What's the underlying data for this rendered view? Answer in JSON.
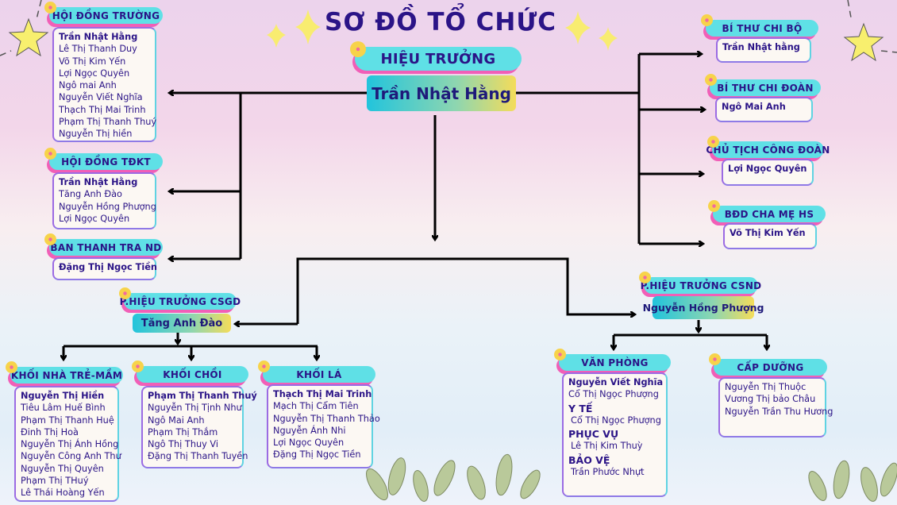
{
  "title": "SƠ ĐỒ TỔ CHỨC",
  "principal": {
    "header": "HIỆU TRƯỞNG",
    "name": "Trần Nhật Hằng"
  },
  "vice_csgd": {
    "header": "P.HIỆU TRƯỞNG CSGD",
    "name": "Tăng Anh Đào"
  },
  "vice_csnd": {
    "header": "P.HIỆU TRƯỞNG CSND",
    "name": "Nguyễn Hồng Phượng"
  },
  "cards": [
    {
      "id": "hdt",
      "header": "HỘI ĐỒNG TRƯỜNG",
      "items": [
        {
          "text": "Trần Nhật Hằng",
          "style": "b"
        },
        {
          "text": "Lê Thị Thanh Duy"
        },
        {
          "text": "Võ Thị Kim Yến"
        },
        {
          "text": "Lợi Ngọc Quyên"
        },
        {
          "text": "Ngô mai Anh"
        },
        {
          "text": "Nguyễn Viết Nghĩa"
        },
        {
          "text": "Thạch Thị Mai Trinh"
        },
        {
          "text": "Phạm Thị Thanh Thuý"
        },
        {
          "text": "Nguyễn Thị hiền"
        }
      ]
    },
    {
      "id": "tdkt",
      "header": "HỘI ĐỒNG TĐKT",
      "items": [
        {
          "text": "Trần Nhật Hằng",
          "style": "b"
        },
        {
          "text": "Tăng Anh Đào"
        },
        {
          "text": "Nguyễn Hồng Phượng"
        },
        {
          "text": "Lợi Ngọc Quyên"
        }
      ]
    },
    {
      "id": "btt",
      "header": "BAN THANH TRA ND",
      "items": [
        {
          "text": "Đặng Thị Ngọc Tiền",
          "style": "b"
        }
      ]
    },
    {
      "id": "btcb",
      "header": "BÍ THƯ CHI BỘ",
      "items": [
        {
          "text": "Trần Nhật hằng",
          "style": "b"
        }
      ]
    },
    {
      "id": "btcd",
      "header": "BÍ THƯ CHI ĐOÀN",
      "items": [
        {
          "text": "Ngô Mai Anh",
          "style": "b"
        }
      ]
    },
    {
      "id": "ctcd",
      "header": "CHỦ TỊCH CÔNG ĐOÀN",
      "items": [
        {
          "text": "Lợi Ngọc Quyên",
          "style": "b"
        }
      ]
    },
    {
      "id": "bdd",
      "header": "BĐD CHA MẸ HS",
      "items": [
        {
          "text": "Võ Thị Kim Yến",
          "style": "b"
        }
      ]
    },
    {
      "id": "ntm",
      "header": "KHỐI NHÀ TRẺ-MẦM",
      "items": [
        {
          "text": "Nguyễn Thị Hiền",
          "style": "b"
        },
        {
          "text": "Tiêu Lâm Huế Bình"
        },
        {
          "text": "Phạm Thị Thanh Huệ"
        },
        {
          "text": "Đinh Thị Hoà"
        },
        {
          "text": "Nguyễn Thị Ánh Hồng"
        },
        {
          "text": "Nguyễn Công Anh Thư"
        },
        {
          "text": "Nguyễn Thị Quyên"
        },
        {
          "text": "Phạm Thị THuý"
        },
        {
          "text": "Lê Thái Hoàng Yến"
        }
      ]
    },
    {
      "id": "choi",
      "header": "KHỐI CHỒI",
      "items": [
        {
          "text": "Phạm Thị Thanh Thuý",
          "style": "b"
        },
        {
          "text": "Nguyễn Thị Tịnh Như"
        },
        {
          "text": "Ngô Mai Anh"
        },
        {
          "text": "Phạm Thị Thắm"
        },
        {
          "text": "Ngô Thị Thuy Vi"
        },
        {
          "text": "Đặng Thị Thanh Tuyền"
        }
      ]
    },
    {
      "id": "la",
      "header": "KHỐI LÁ",
      "items": [
        {
          "text": "Thạch Thị Mai Trinh",
          "style": "b"
        },
        {
          "text": "Mạch Thị Cẩm Tiên"
        },
        {
          "text": "Nguyễn Thị Thanh Thảo"
        },
        {
          "text": "Nguyễn Ánh Nhi"
        },
        {
          "text": "Lợi Ngọc Quyên"
        },
        {
          "text": "Đặng Thị Ngọc Tiền"
        }
      ]
    },
    {
      "id": "vp",
      "header": "VĂN PHÒNG",
      "items": [
        {
          "text": "Nguyễn Viết Nghĩa",
          "style": "b"
        },
        {
          "text": "Cổ Thị Ngọc Phượng"
        },
        {
          "text": "Y TẾ",
          "style": "sub"
        },
        {
          "text": "Cổ Thị Ngọc Phượng",
          "style": "ind"
        },
        {
          "text": "PHỤC VỤ",
          "style": "sub"
        },
        {
          "text": "Lê Thị Kim Thuỳ",
          "style": "ind"
        },
        {
          "text": "BẢO VỆ",
          "style": "sub"
        },
        {
          "text": "Trần Phước Nhựt",
          "style": "ind"
        }
      ]
    },
    {
      "id": "cd",
      "header": "CẤP DƯỠNG",
      "items": [
        {
          "text": "Nguyễn Thị Thuộc"
        },
        {
          "text": "Vương Thị bảo Châu"
        },
        {
          "text": "Nguyễn Trần Thu Hương"
        }
      ]
    }
  ],
  "colors": {
    "title": "#2b1487",
    "header_bg": "#5fe0e6",
    "header_shadow": "#f15fb7",
    "line": "#000000"
  }
}
